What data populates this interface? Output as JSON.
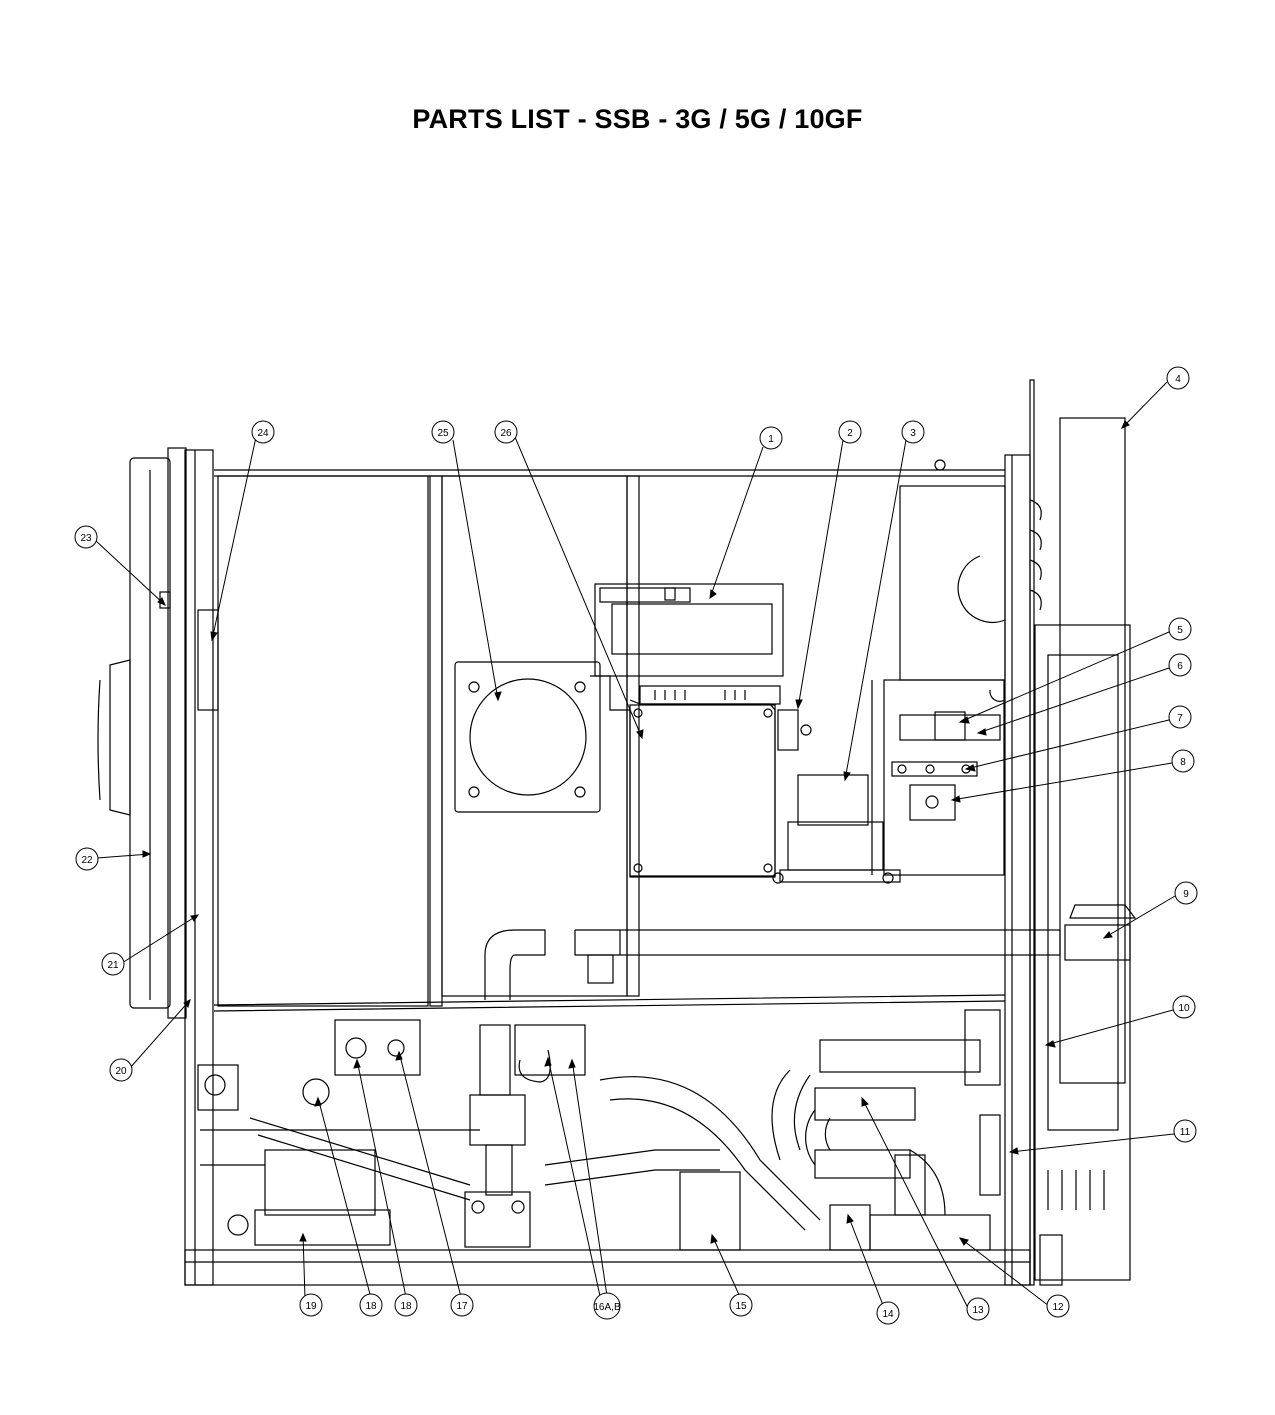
{
  "title": "PARTS LIST - SSB - 3G / 5G / 10GF",
  "callouts": [
    "1",
    "2",
    "3",
    "4",
    "5",
    "6",
    "7",
    "8",
    "9",
    "10",
    "11",
    "12",
    "13",
    "14",
    "15",
    "16A,B",
    "17",
    "18",
    "18",
    "19",
    "20",
    "21",
    "22",
    "23",
    "24",
    "25",
    "26"
  ]
}
